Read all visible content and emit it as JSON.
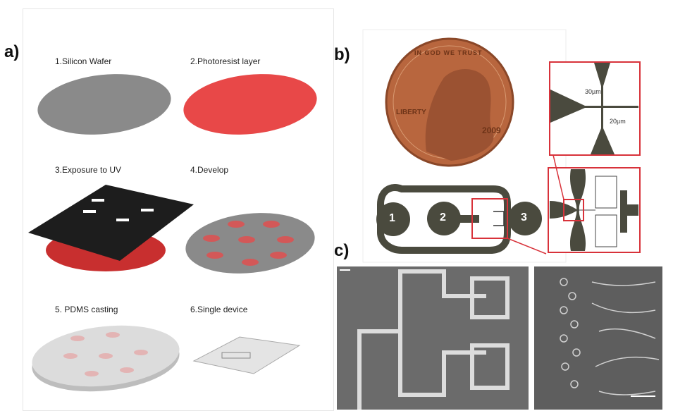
{
  "panels": {
    "a": {
      "label": "a)",
      "steps": [
        {
          "label": "1.Silicon Wafer"
        },
        {
          "label": "2.Photoresist layer"
        },
        {
          "label": "3.Exposure to UV"
        },
        {
          "label": "4.Develop"
        },
        {
          "label": "5. PDMS casting"
        },
        {
          "label": "6.Single device"
        }
      ]
    },
    "b": {
      "label": "b)",
      "coin": {
        "motto": "IN GOD WE TRUST",
        "liberty": "LIBERTY",
        "year": "2009"
      },
      "inlets": [
        "1",
        "2",
        "3"
      ],
      "dimensions": [
        "30µm",
        "20µm"
      ]
    },
    "c": {
      "label": "c)"
    }
  },
  "colors": {
    "channel": "#4a4a3e",
    "highlight": "#d8323a",
    "photoresist": "#e84848",
    "wafer": "#8a8a8a",
    "copper": "#b8663e"
  }
}
